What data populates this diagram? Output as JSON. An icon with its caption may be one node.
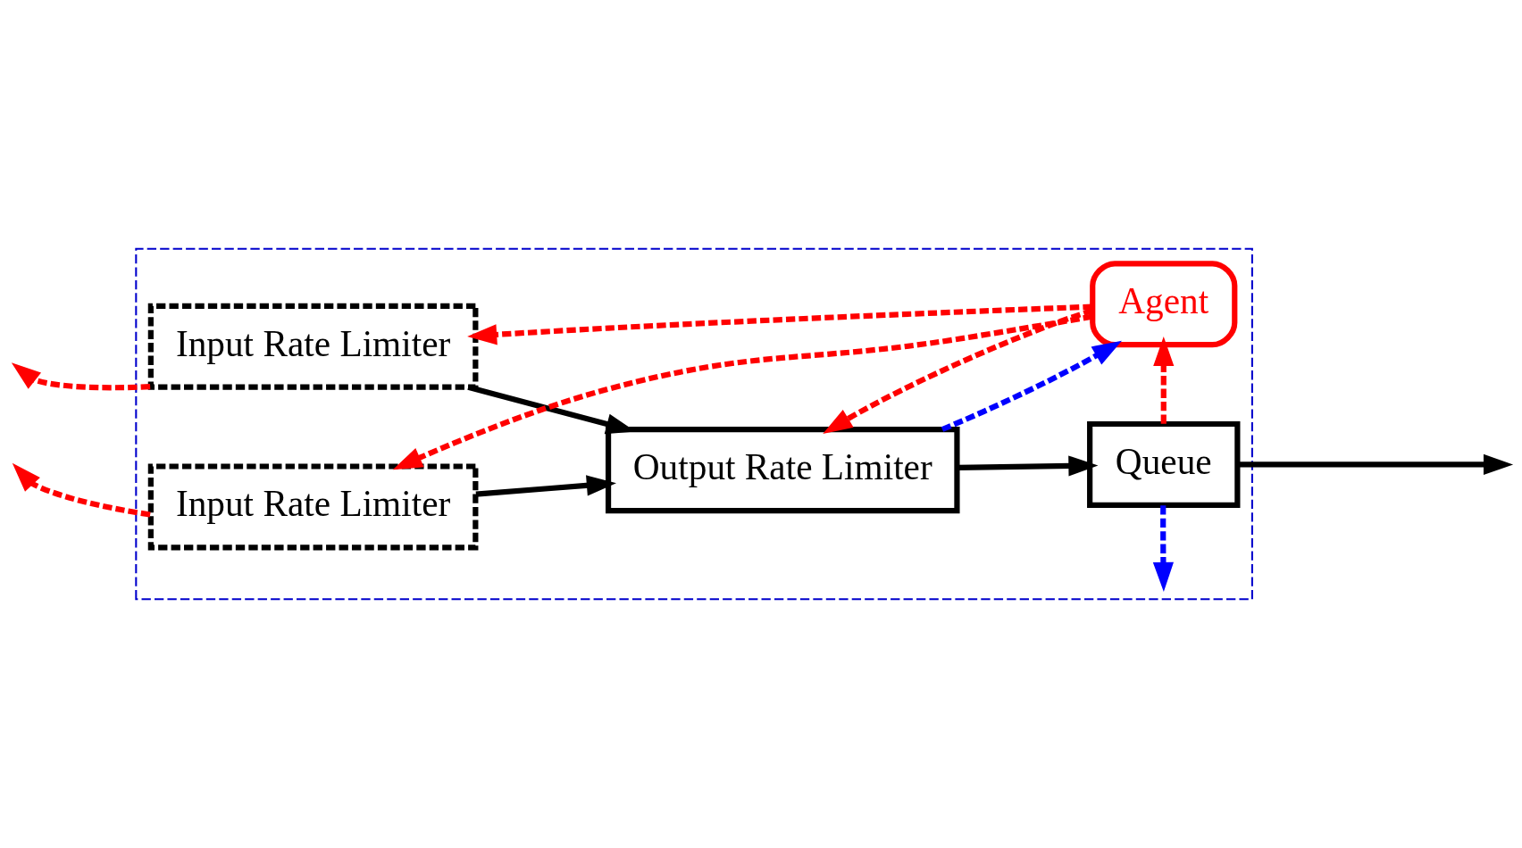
{
  "diagram": {
    "nodes": [
      {
        "text": [],
        "shape": "box"
      },
      {
        "text": [
          "Input Rate Limiter"
        ],
        "in": 0
      },
      {
        "text": [
          "Input Rate Limiter"
        ],
        "in": 0
      },
      {
        "text": [
          "Output Rate Limiter"
        ],
        "in": 0
      },
      {
        "text": [
          "Queue"
        ],
        "in": 0
      },
      {
        "text": [
          "Agent"
        ],
        "in": 0
      }
    ],
    "edges": [
      {
        "from": 1,
        "to": 3,
        "arrow": "to",
        "color": "#000000"
      },
      {
        "from": 2,
        "to": 3,
        "arrow": "to",
        "color": "#000000"
      },
      {
        "from": 3,
        "to": 4,
        "arrow": "to",
        "color": "#000000"
      },
      {
        "from": 4,
        "to": null,
        "arrow": "to",
        "color": "#000000"
      },
      {
        "from": 1,
        "to": null,
        "arrow": "to",
        "style": "dashed",
        "color": "#ff0000"
      },
      {
        "from": 2,
        "to": null,
        "arrow": "to",
        "style": "dashed",
        "color": "#ff0000"
      },
      {
        "from": 5,
        "to": 1,
        "arrow": "to",
        "style": "dashed",
        "color": "#ff0000"
      },
      {
        "from": 5,
        "to": 2,
        "arrow": "to",
        "style": "dashed",
        "color": "#ff0000"
      },
      {
        "from": 5,
        "to": 3,
        "arrow": "to",
        "style": "dashed",
        "color": "#ff0000"
      },
      {
        "from": 3,
        "to": 5,
        "arrow": "to",
        "style": "dashed",
        "color": "#0000ff"
      },
      {
        "from": 4,
        "to": 5,
        "arrow": "to",
        "style": "dashed",
        "color": "#ff0000"
      },
      {
        "from": 4,
        "to": null,
        "arrow": "to",
        "style": "dashed",
        "color": "#0000ff"
      }
    ]
  }
}
